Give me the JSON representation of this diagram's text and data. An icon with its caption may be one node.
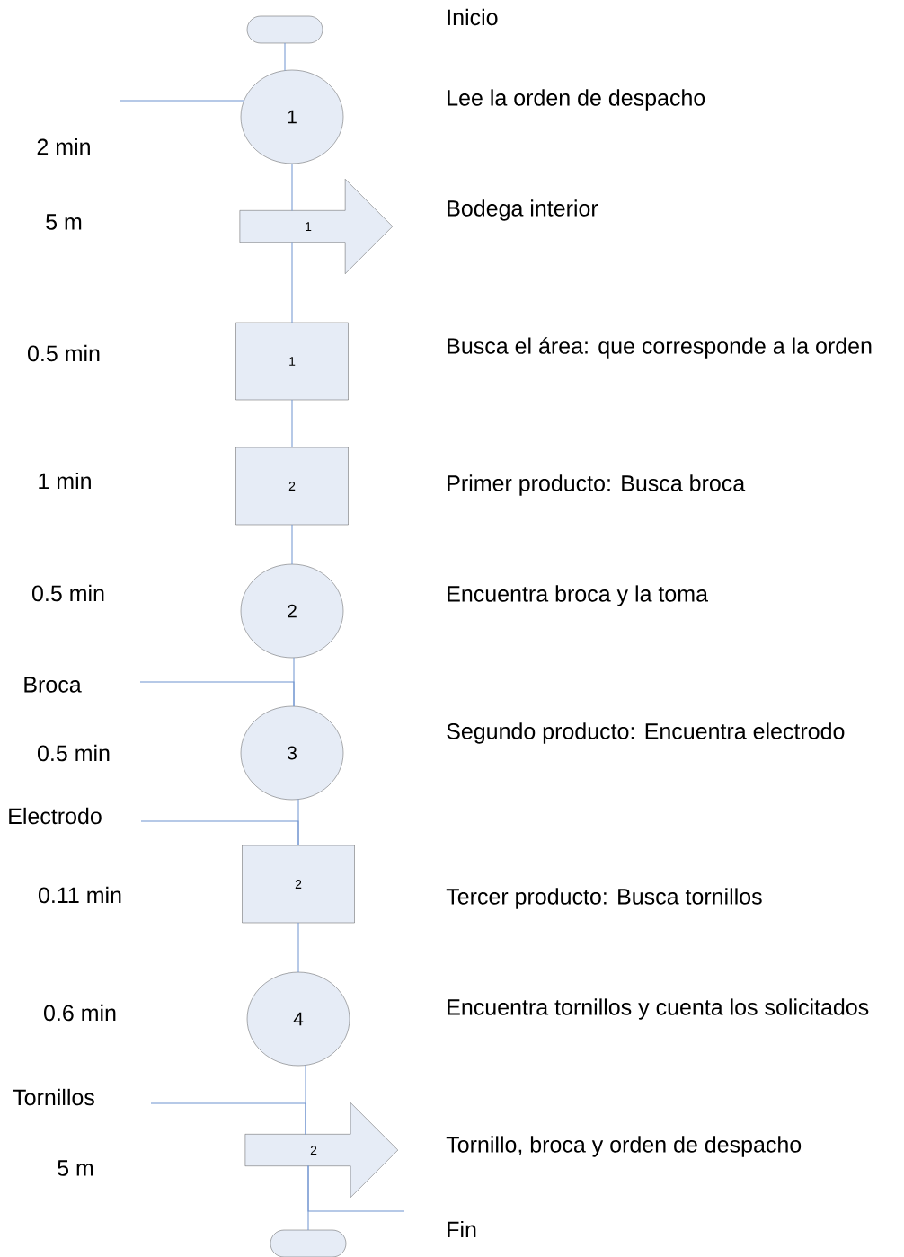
{
  "diagram": {
    "nodes": [
      {
        "text": [],
        "shape": "terminal"
      },
      {
        "text": [
          "1"
        ]
      },
      {
        "text": [
          "1"
        ]
      },
      {
        "text": [
          "1"
        ]
      },
      {
        "text": [
          "2"
        ]
      },
      {
        "text": [
          "2"
        ]
      },
      {
        "text": [
          "3"
        ]
      },
      {
        "text": [
          "2"
        ]
      },
      {
        "text": [
          "4"
        ]
      },
      {
        "text": [
          "2"
        ]
      },
      {
        "text": [],
        "shape": "terminal"
      }
    ],
    "edges": [
      {
        "from": 0,
        "to": 1,
        "arrow": "none"
      },
      {
        "from": 1,
        "to": 2,
        "arrow": "none"
      },
      {
        "from": 2,
        "to": 3,
        "arrow": "none"
      },
      {
        "from": 3,
        "to": 4,
        "arrow": "none"
      },
      {
        "from": 4,
        "to": 5,
        "arrow": "none"
      },
      {
        "from": 5,
        "to": 6,
        "arrow": "none"
      },
      {
        "from": 6,
        "to": 7,
        "arrow": "none"
      },
      {
        "from": 7,
        "to": 8,
        "arrow": "none"
      },
      {
        "from": 8,
        "to": 9,
        "arrow": "none"
      },
      {
        "from": 9,
        "to": 10,
        "arrow": "none"
      },
      {
        "from": null,
        "to": 1,
        "arrow": "none"
      },
      {
        "from": null,
        "to": 6,
        "arrow": "none"
      },
      {
        "from": null,
        "to": 7,
        "arrow": "none"
      },
      {
        "from": null,
        "to": 9,
        "arrow": "none"
      },
      {
        "from": 9,
        "to": null,
        "arrow": "none"
      }
    ],
    "labels": [
      "Inicio",
      "Lee la orden de despacho",
      "2 min",
      "5 m",
      "Bodega interior",
      "0.5 min",
      "Busca el área: que corresponde a la orden",
      "1 min",
      "Primer producto:  Busca broca",
      "0.5 min",
      "Encuentra broca y la toma",
      "Broca",
      "Segundo producto:  Encuentra electrodo",
      "0.5 min",
      "Electrodo",
      "0.11 min",
      "Tercer producto:  Busca tornillos",
      "0.6 min",
      "Encuentra tornillos y cuenta los solicitados",
      "Tornillos",
      "Tornillo, broca y orden de despacho",
      "5 m",
      "Fin"
    ]
  }
}
